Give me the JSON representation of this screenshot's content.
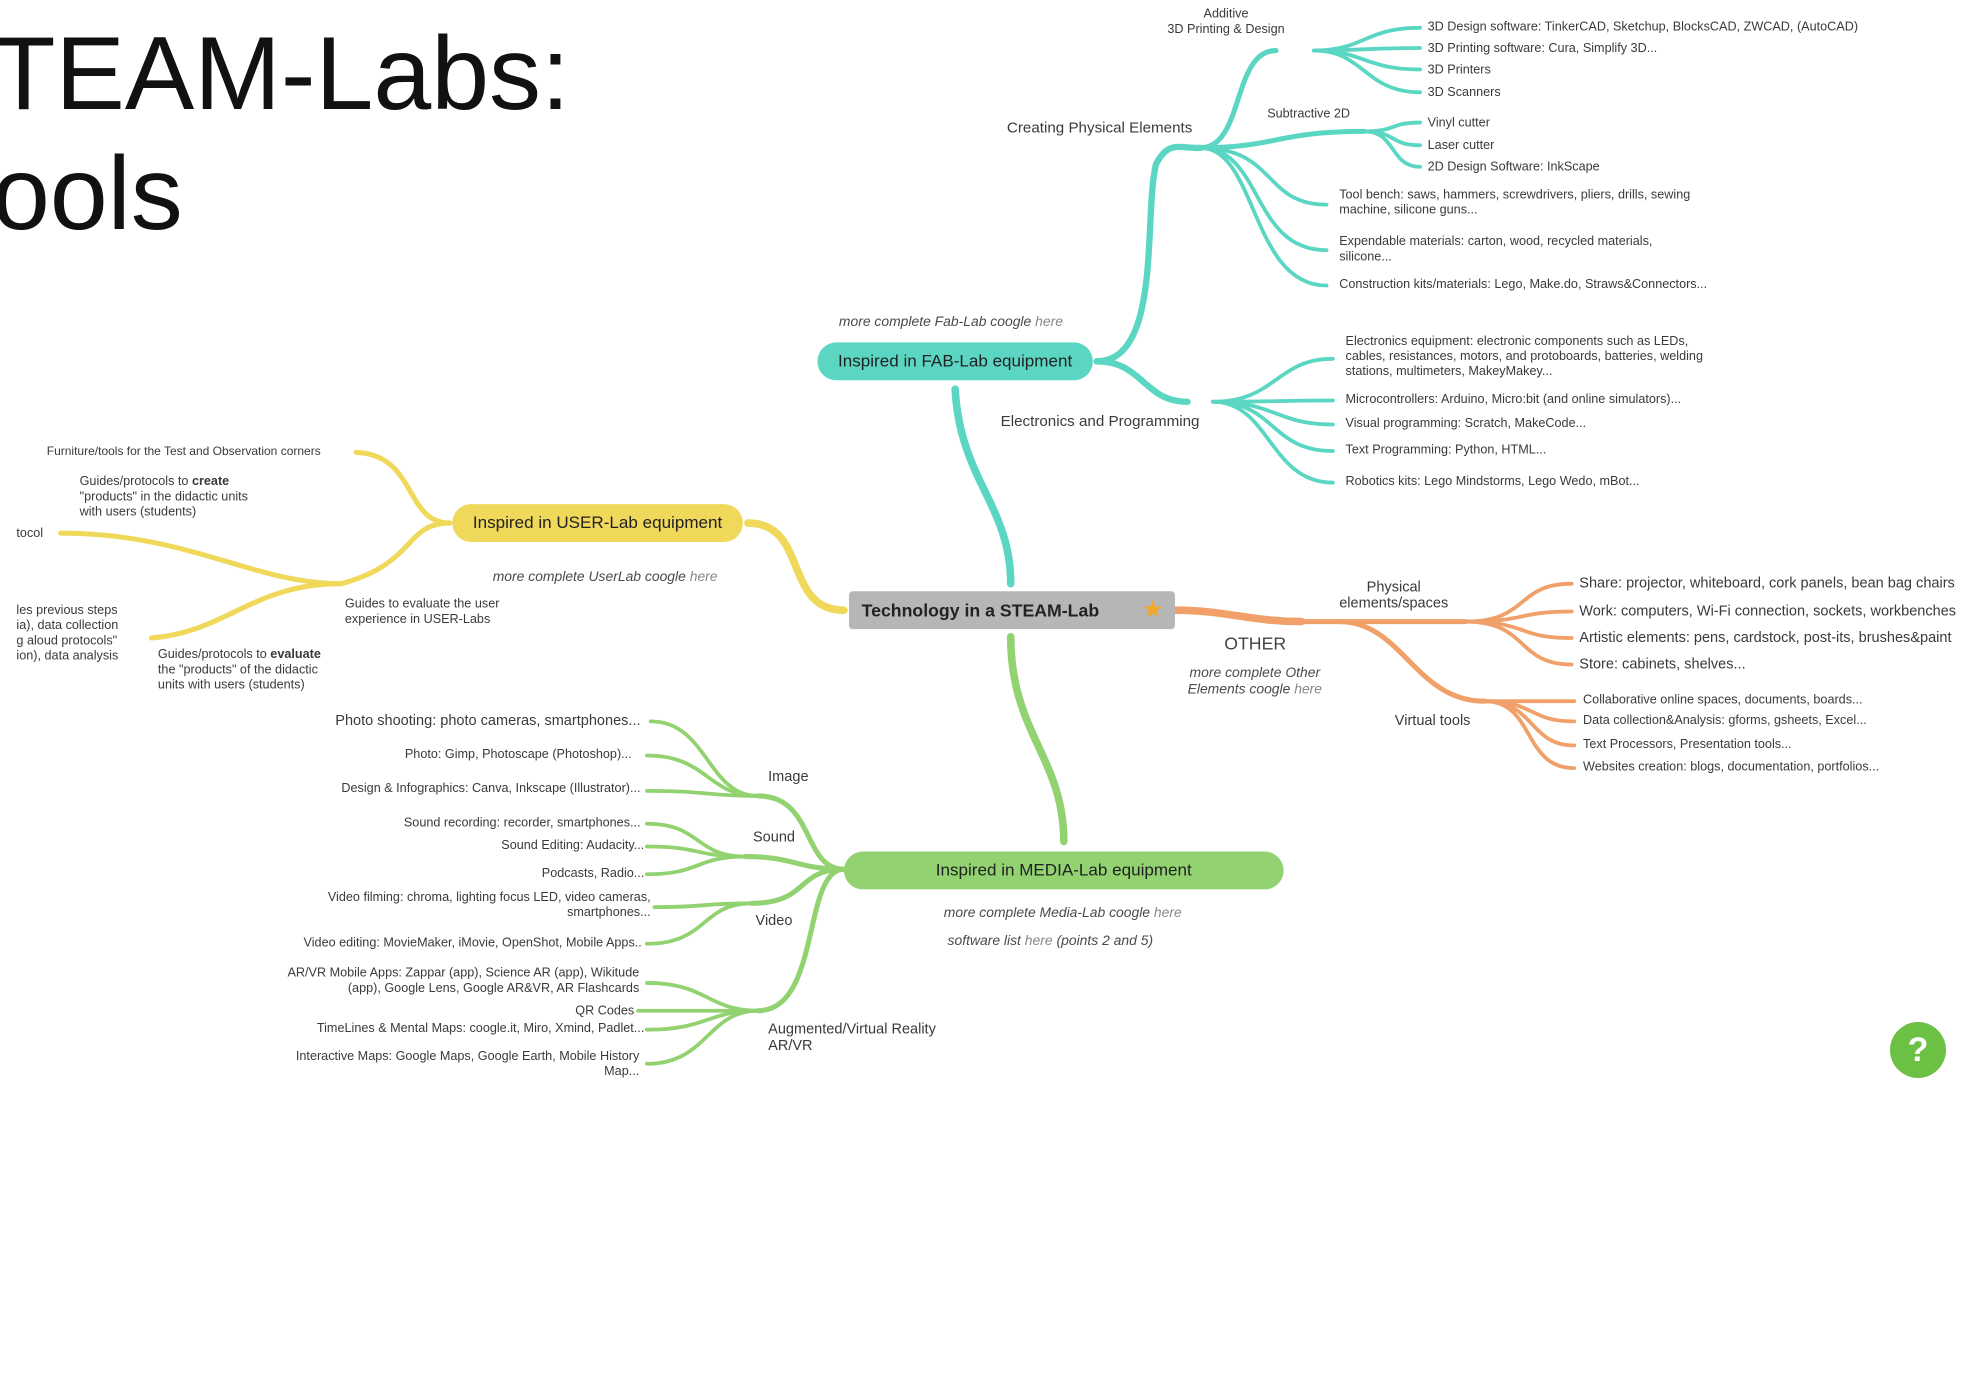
{
  "slide": {
    "title_line1": "TEAM-Labs:",
    "title_line2": "ools"
  },
  "colors": {
    "fab": "#5ad6c3",
    "user": "#f0d85a",
    "media": "#92d270",
    "other": "#f0a068",
    "central": "#b6b6b6"
  },
  "central": {
    "label": "Technology in a STEAM-Lab",
    "icon": "star-icon"
  },
  "fab": {
    "label": "Inspired in FAB-Lab equipment",
    "note": "more complete Fab-Lab coogle",
    "note_link": "here",
    "creating": "Creating Physical Elements",
    "additive": "Additive\n3D Printing & Design",
    "additive_items": [
      "3D Design software: TinkerCAD, Sketchup, BlocksCAD, ZWCAD, (AutoCAD)",
      "3D Printing software: Cura, Simplify 3D...",
      "3D Printers",
      "3D Scanners"
    ],
    "subtractive": "Subtractive 2D",
    "subtractive_items": [
      "Vinyl cutter",
      "Laser cutter",
      "2D Design Software: InkScape"
    ],
    "tool_bench": "Tool bench: saws, hammers, screwdrivers, pliers, drills, sewing\nmachine, silicone guns...",
    "expendable": "Expendable materials: carton, wood, recycled materials,\nsilicone...",
    "construction": "Construction kits/materials: Lego, Make.do, Straws&Connectors...",
    "electronics_branch": "Electronics and Programming",
    "electronics_items": [
      "Electronics equipment: electronic components such as LEDs,\ncables, resistances, motors, and protoboards, batteries, welding\nstations, multimeters, MakeyMakey...",
      "Microcontrollers: Arduino, Micro:bit (and online simulators)...",
      "Visual programming: Scratch, MakeCode...",
      "Text Programming: Python, HTML...",
      "Robotics kits: Lego Mindstorms, Lego Wedo, mBot..."
    ]
  },
  "user": {
    "label": "Inspired in USER-Lab equipment",
    "note": "more complete UserLab coogle",
    "note_link": "here",
    "furniture": "Furniture/tools for the Test and Observation corners",
    "guides_create": "Guides/protocols to create\n\"products\" in the didactic units\nwith users (students)",
    "protocol": "tocol",
    "guides_evaluate": "Guides to evaluate the user\nexperience in USER-Labs",
    "protocols_eval": "Guides/protocols to evaluate\nthe \"products\" of the didactic\nunits with users (students)",
    "cut_steps": "les previous steps\nia), data collection\ng aloud protocols\"\nion), data analysis"
  },
  "other": {
    "label": "OTHER",
    "note": "more complete Other\nElements coogle",
    "note_link": "here",
    "physical": "Physical\nelements/spaces",
    "physical_items": [
      "Share: projector, whiteboard, cork panels, bean bag chairs",
      "Work: computers, Wi-Fi connection, sockets, workbenches",
      "Artistic elements: pens, cardstock, post-its, brushes&paint",
      "Store: cabinets, shelves..."
    ],
    "virtual": "Virtual tools",
    "virtual_items": [
      "Collaborative online spaces, documents, boards...",
      "Data collection&Analysis: gforms, gsheets, Excel...",
      "Text Processors, Presentation tools...",
      "Websites creation: blogs, documentation, portfolios..."
    ]
  },
  "media": {
    "label": "Inspired in MEDIA-Lab equipment",
    "note": "more complete Media-Lab coogle",
    "note_link": "here",
    "note2": "software list",
    "note2_link": "here",
    "note2_tail": "(points 2 and 5)",
    "image": "Image",
    "image_items": [
      "Photo shooting: photo cameras, smartphones...",
      "Photo: Gimp, Photoscape (Photoshop)...",
      "Design & Infographics: Canva, Inkscape (Illustrator)..."
    ],
    "sound": "Sound",
    "sound_items": [
      "Sound recording: recorder, smartphones...",
      "Sound Editing: Audacity...",
      "Podcasts, Radio..."
    ],
    "video": "Video",
    "video_items": [
      "Video filming: chroma, lighting focus LED, video cameras,\nsmartphones...",
      "Video editing: MovieMaker, iMovie, OpenShot, Mobile Apps.."
    ],
    "ar": "Augmented/Virtual Reality\nAR/VR",
    "ar_items": [
      "AR/VR Mobile Apps: Zappar (app), Science AR (app), Wikitude\n(app), Google Lens, Google AR&VR, AR Flashcards",
      "QR Codes",
      "TimeLines & Mental Maps: coogle.it, Miro, Xmind, Padlet...",
      "Interactive Maps: Google Maps, Google Earth, Mobile History\nMap..."
    ]
  },
  "help": {
    "label": "?"
  }
}
